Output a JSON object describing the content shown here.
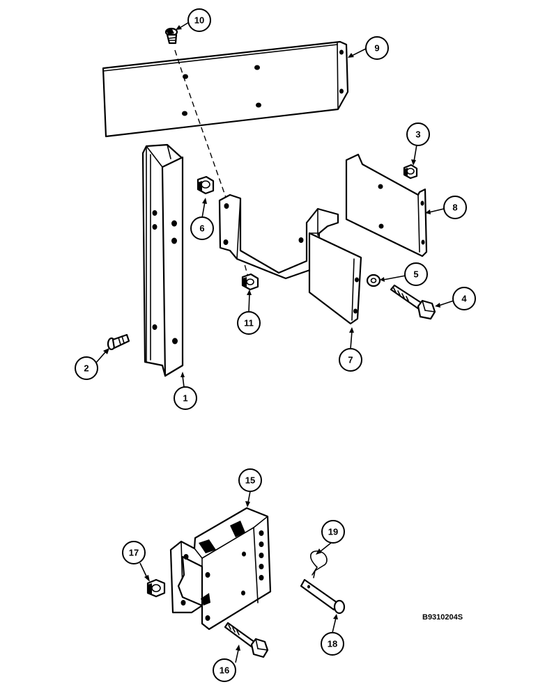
{
  "reference_code": "B9310204S",
  "callouts": [
    {
      "id": "c1",
      "label": "1"
    },
    {
      "id": "c2",
      "label": "2"
    },
    {
      "id": "c3",
      "label": "3"
    },
    {
      "id": "c4",
      "label": "4"
    },
    {
      "id": "c5",
      "label": "5"
    },
    {
      "id": "c6",
      "label": "6"
    },
    {
      "id": "c7",
      "label": "7"
    },
    {
      "id": "c8",
      "label": "8"
    },
    {
      "id": "c9",
      "label": "9"
    },
    {
      "id": "c10",
      "label": "10"
    },
    {
      "id": "c11",
      "label": "11"
    },
    {
      "id": "c15",
      "label": "15"
    },
    {
      "id": "c16",
      "label": "16"
    },
    {
      "id": "c17",
      "label": "17"
    },
    {
      "id": "c18",
      "label": "18"
    },
    {
      "id": "c19",
      "label": "19"
    }
  ]
}
